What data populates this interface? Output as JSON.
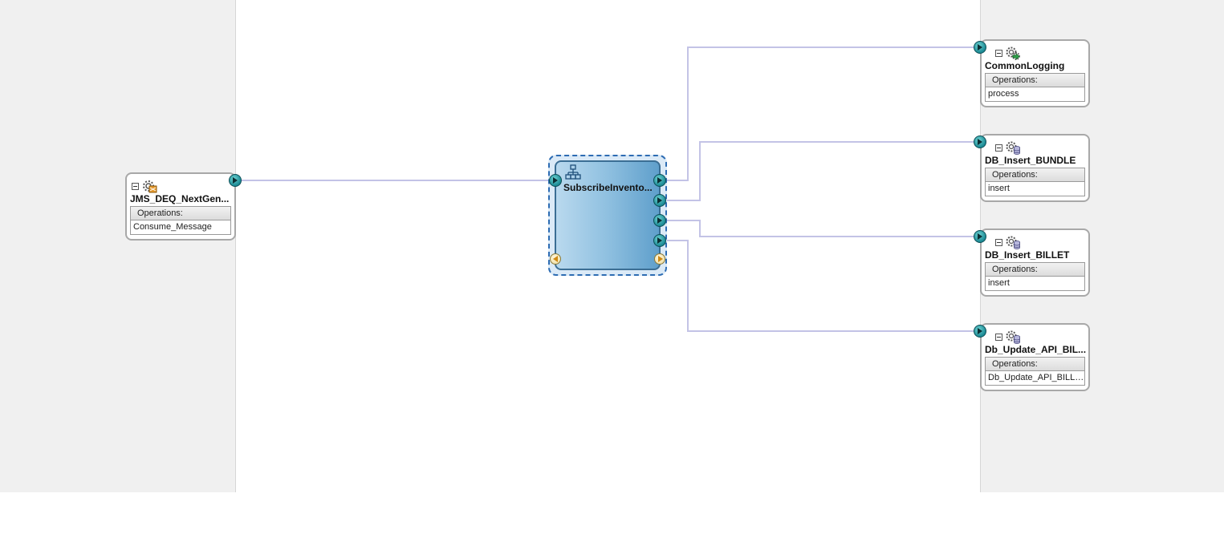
{
  "colors": {
    "lane_background": "#f0f0f0",
    "canvas_background": "#ffffff",
    "wire": "#c3c3e6",
    "port_service": "#1b8a94",
    "port_reference": "#d08a14",
    "mediator_fill": "#8fc0e0",
    "selection_border": "#2d6cb3"
  },
  "service": {
    "name": "JMS_DEQ_NextGen...",
    "icon": "jms-adapter-icon",
    "operations_label": "Operations:",
    "operation": "Consume_Message"
  },
  "mediator": {
    "name": "SubscribeInvento...",
    "icon": "mediator-tree-icon"
  },
  "references": [
    {
      "name": "CommonLogging",
      "icon": "bpel-gear-icon",
      "operations_label": "Operations:",
      "operation": "process"
    },
    {
      "name": "DB_Insert_BUNDLE",
      "icon": "db-adapter-icon",
      "operations_label": "Operations:",
      "operation": "insert"
    },
    {
      "name": "DB_Insert_BILLET",
      "icon": "db-adapter-icon",
      "operations_label": "Operations:",
      "operation": "insert"
    },
    {
      "name": "Db_Update_API_BIL...",
      "icon": "db-adapter-icon",
      "operations_label": "Operations:",
      "operation": "Db_Update_API_BILLE..."
    }
  ]
}
